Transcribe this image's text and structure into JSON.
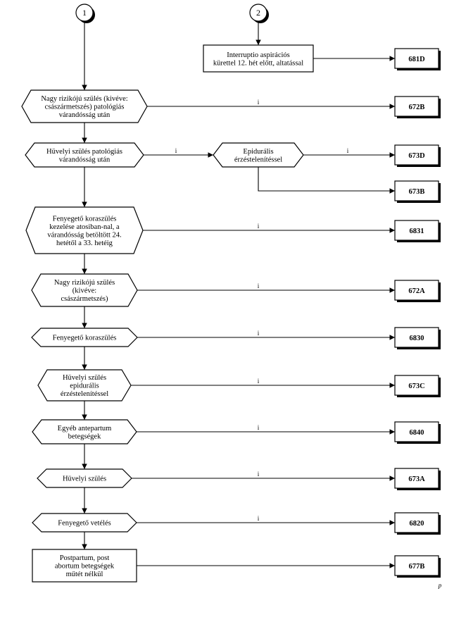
{
  "connectors": [
    {
      "id": "c1",
      "label": "1"
    },
    {
      "id": "c2",
      "label": "2"
    }
  ],
  "nodes": [
    {
      "id": "n0",
      "shape": "rect",
      "lines": [
        "Interruptio aspirációs",
        "kürettel 12. hét előtt, altatással"
      ]
    },
    {
      "id": "n1",
      "shape": "hex",
      "lines": [
        "Nagy rizikójú szülés (kivéve:",
        "császármetszés) patológiás",
        "várandósság után"
      ]
    },
    {
      "id": "n2",
      "shape": "hex",
      "lines": [
        "Hüvelyi szülés patológiás",
        "várandósság után"
      ]
    },
    {
      "id": "n3",
      "shape": "hex",
      "lines": [
        "Epidurális",
        "érzéstelenítéssel"
      ]
    },
    {
      "id": "n4",
      "shape": "hex",
      "lines": [
        "Fenyegető koraszülés",
        "kezelése atosiban-nal, a",
        "várandósság betöltött 24.",
        "hetétől a 33. hetéig"
      ]
    },
    {
      "id": "n5",
      "shape": "hex",
      "lines": [
        "Nagy rizikójú szülés",
        "(kivéve:",
        "császármetszés)"
      ]
    },
    {
      "id": "n6",
      "shape": "hex",
      "lines": [
        "Fenyegető koraszülés"
      ]
    },
    {
      "id": "n7",
      "shape": "hex",
      "lines": [
        "Hüvelyi szülés",
        "epidurális",
        "érzéstelenítéssel"
      ]
    },
    {
      "id": "n8",
      "shape": "hex",
      "lines": [
        "Egyéb antepartum",
        "betegségek"
      ]
    },
    {
      "id": "n9",
      "shape": "hex",
      "lines": [
        "Hüvelyi szülés"
      ]
    },
    {
      "id": "n10",
      "shape": "hex",
      "lines": [
        "Fenyegető vetélés"
      ]
    },
    {
      "id": "n11",
      "shape": "rect",
      "lines": [
        "Postpartum, post",
        "abortum betegségek",
        "műtét nélkül"
      ]
    }
  ],
  "codes": [
    {
      "id": "k0",
      "label": "681D"
    },
    {
      "id": "k1",
      "label": "672B"
    },
    {
      "id": "k2",
      "label": "673D"
    },
    {
      "id": "k3",
      "label": "673B"
    },
    {
      "id": "k4",
      "label": "6831"
    },
    {
      "id": "k5",
      "label": "672A"
    },
    {
      "id": "k6",
      "label": "6830"
    },
    {
      "id": "k7",
      "label": "673C"
    },
    {
      "id": "k8",
      "label": "6840"
    },
    {
      "id": "k9",
      "label": "673A"
    },
    {
      "id": "k10",
      "label": "6820"
    },
    {
      "id": "k11",
      "label": "677B"
    }
  ],
  "branch_label": "i",
  "footnote": "p"
}
